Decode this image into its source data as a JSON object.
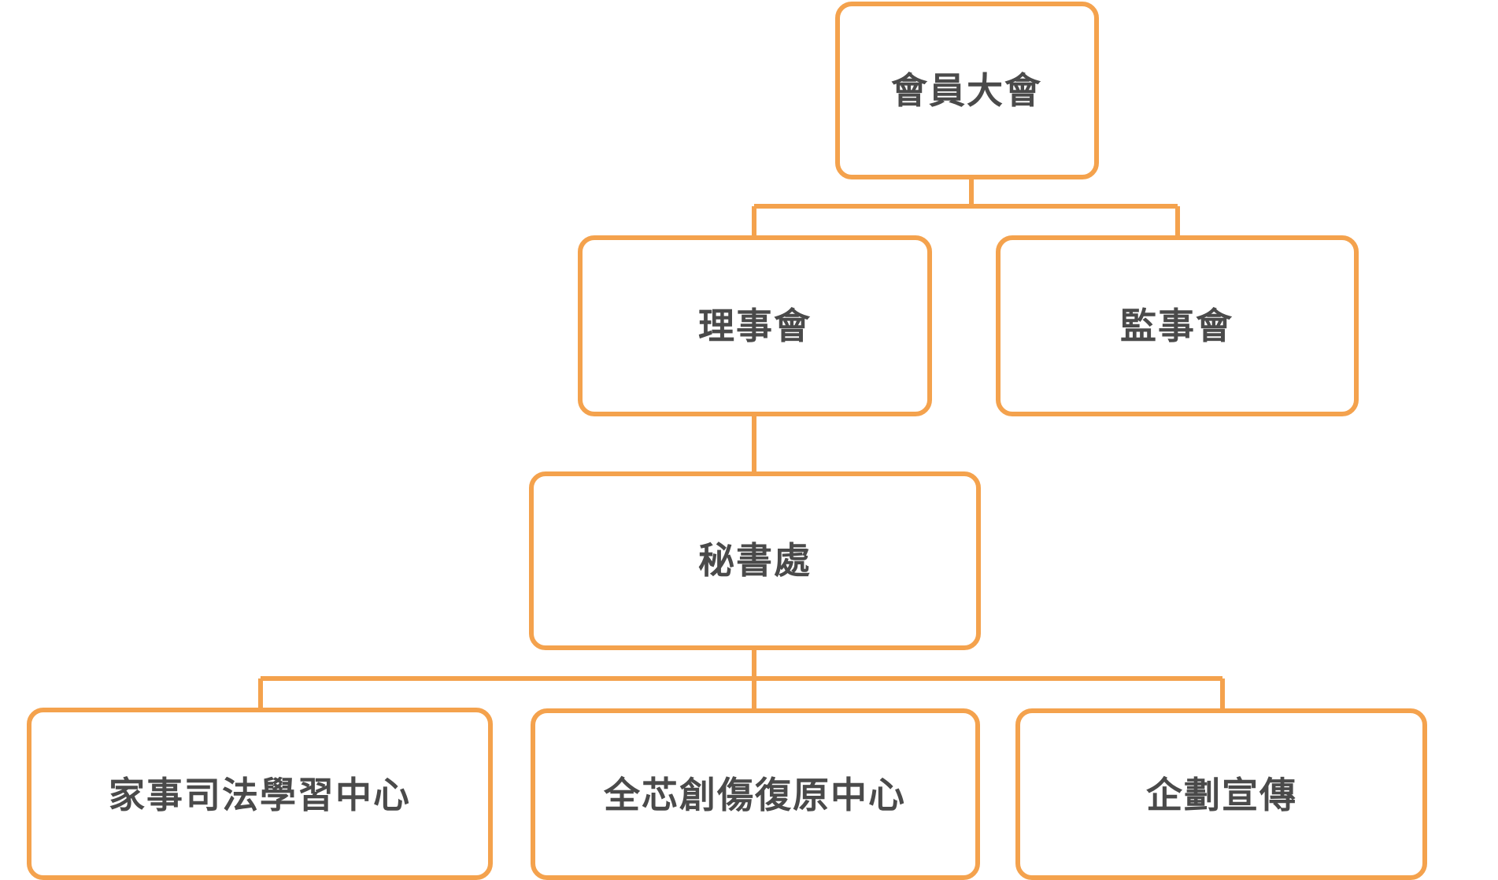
{
  "colors": {
    "border": "#F4A24D",
    "text": "#4a4a4a",
    "background": "#ffffff"
  },
  "nodes": {
    "general_assembly": "會員大會",
    "board_of_directors": "理事會",
    "board_of_supervisors": "監事會",
    "secretariat": "秘書處",
    "family_justice_center": "家事司法學習中心",
    "trauma_recovery_center": "全芯創傷復原中心",
    "planning_promotion": "企劃宣傳"
  }
}
